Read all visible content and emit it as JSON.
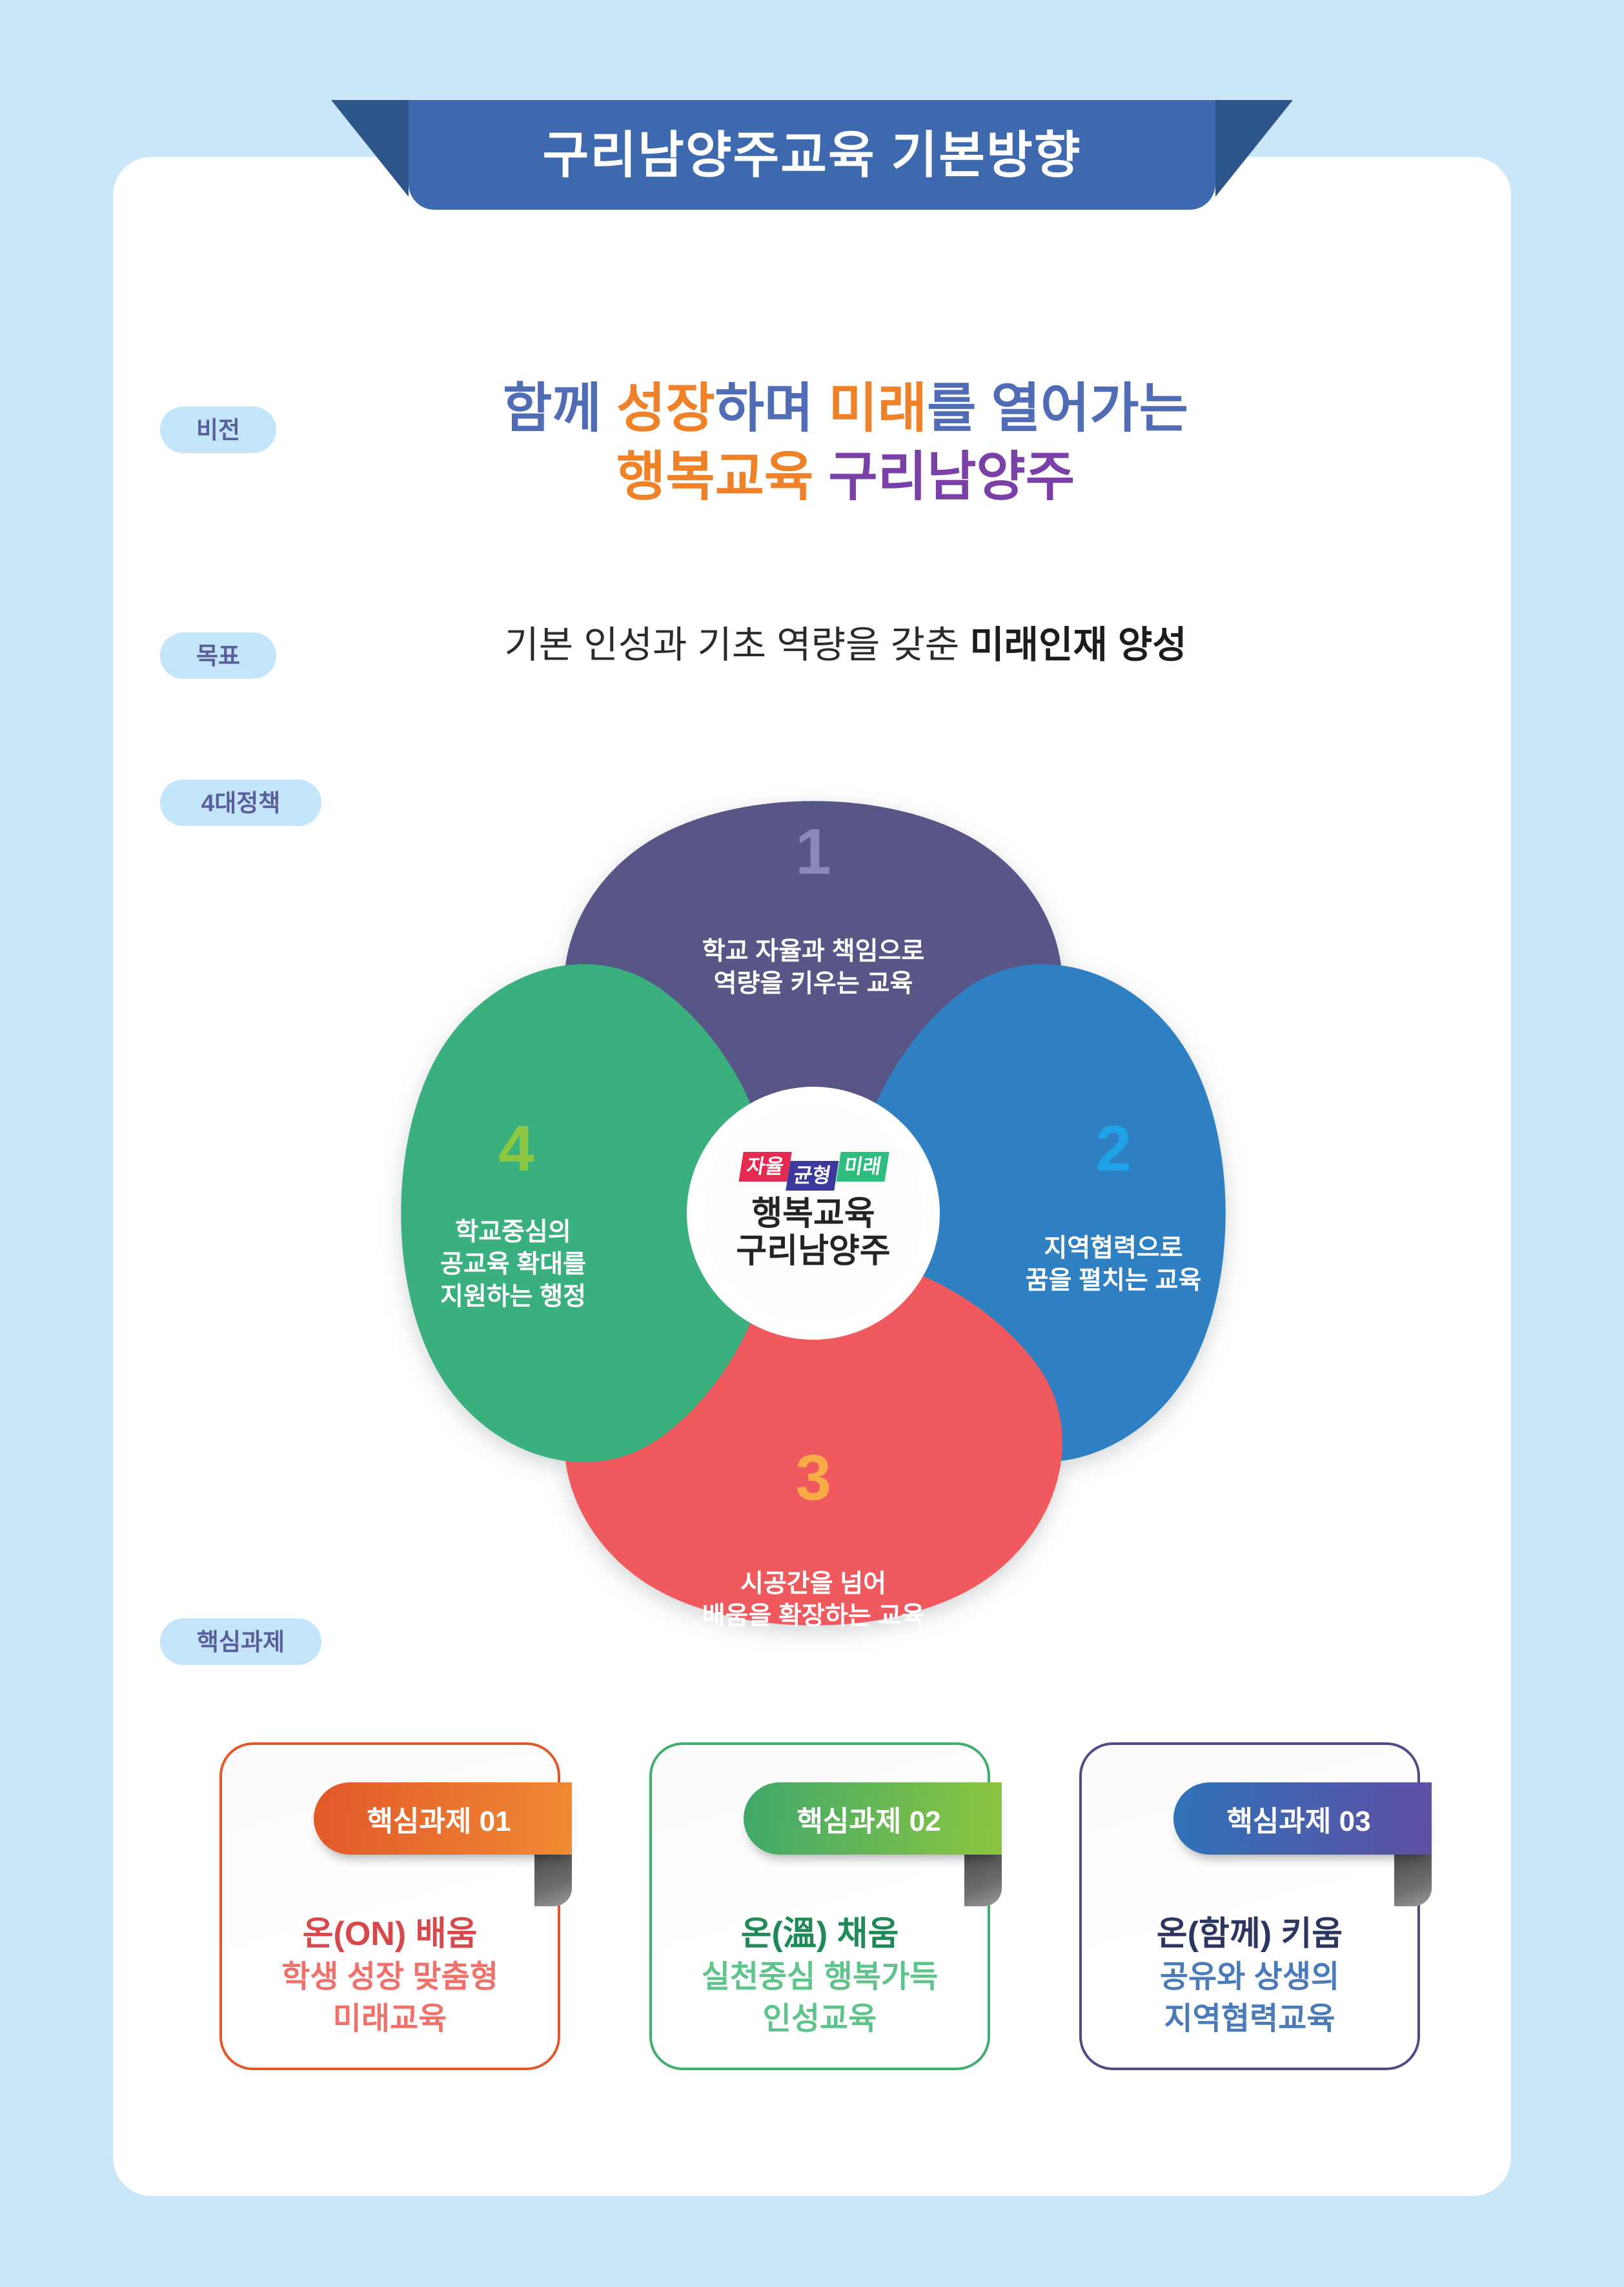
{
  "header": {
    "title": "구리남양주교육 기본방향",
    "ribbon_color": "#3e69ae",
    "ribbon_fold_color": "#2d5589"
  },
  "background_color": "#c9e7f9",
  "vision": {
    "label": "비전",
    "line1": {
      "seg1": "함께 ",
      "seg2": "성장",
      "seg3": "하며 ",
      "seg4": "미래",
      "seg5": "를 열어가는"
    },
    "line2": {
      "seg1": "행복교육 ",
      "seg2": "구리남양주"
    },
    "colors": {
      "blue": "#4f6cb5",
      "orange": "#ef8128",
      "purple": "#7b3fa8"
    }
  },
  "goal": {
    "label": "목표",
    "text_normal": "기본 인성과 기초 역량을 갖춘 ",
    "text_strong": "미래인재 양성"
  },
  "policies": {
    "label": "4대정책",
    "center": {
      "tags": [
        "자율",
        "균형",
        "미래"
      ],
      "tag_colors": [
        "#e62a4f",
        "#3b3a9c",
        "#2ebd7e"
      ],
      "line1": "행복교육",
      "line2": "구리남양주"
    },
    "items": [
      {
        "number": "1",
        "line1": "학교 자율과 책임으로",
        "line2": "역량을 키우는 교육",
        "line3": "",
        "petal_color": "#595487",
        "number_color": "#8d86b8"
      },
      {
        "number": "2",
        "line1": "지역협력으로",
        "line2": "꿈을 펼치는 교육",
        "line3": "",
        "petal_color": "#2e80c2",
        "number_color": "#1fa2e8"
      },
      {
        "number": "3",
        "line1": "시공간을 넘어",
        "line2": "배움을 확장하는 교육",
        "line3": "",
        "petal_color": "#f05a5f",
        "number_color": "#f9ac45"
      },
      {
        "number": "4",
        "line1": "학교중심의",
        "line2": "공교육 확대를",
        "line3": "지원하는 행정",
        "petal_color": "#3bb07f",
        "number_color": "#8dc63f"
      }
    ]
  },
  "tasks": {
    "label": "핵심과제",
    "items": [
      {
        "tab": "핵심과제 01",
        "title": "온(ON) 배움",
        "sub_line1": "학생 성장 맞춤형",
        "sub_line2": "미래교육",
        "border_color": "#e2582a",
        "title_color": "#d8474a",
        "sub_color": "#f1706a"
      },
      {
        "tab": "핵심과제 02",
        "title": "온(溫) 채움",
        "sub_line1": "실천중심 행복가득",
        "sub_line2": "인성교육",
        "border_color": "#3fae6e",
        "title_color": "#1f8a57",
        "sub_color": "#5fc48c"
      },
      {
        "tab": "핵심과제 03",
        "title": "온(함께) 키움",
        "sub_line1": "공유와 상생의",
        "sub_line2": "지역협력교육",
        "border_color": "#4e4b87",
        "title_color": "#2d3561",
        "sub_color": "#4a7ab8"
      }
    ]
  }
}
